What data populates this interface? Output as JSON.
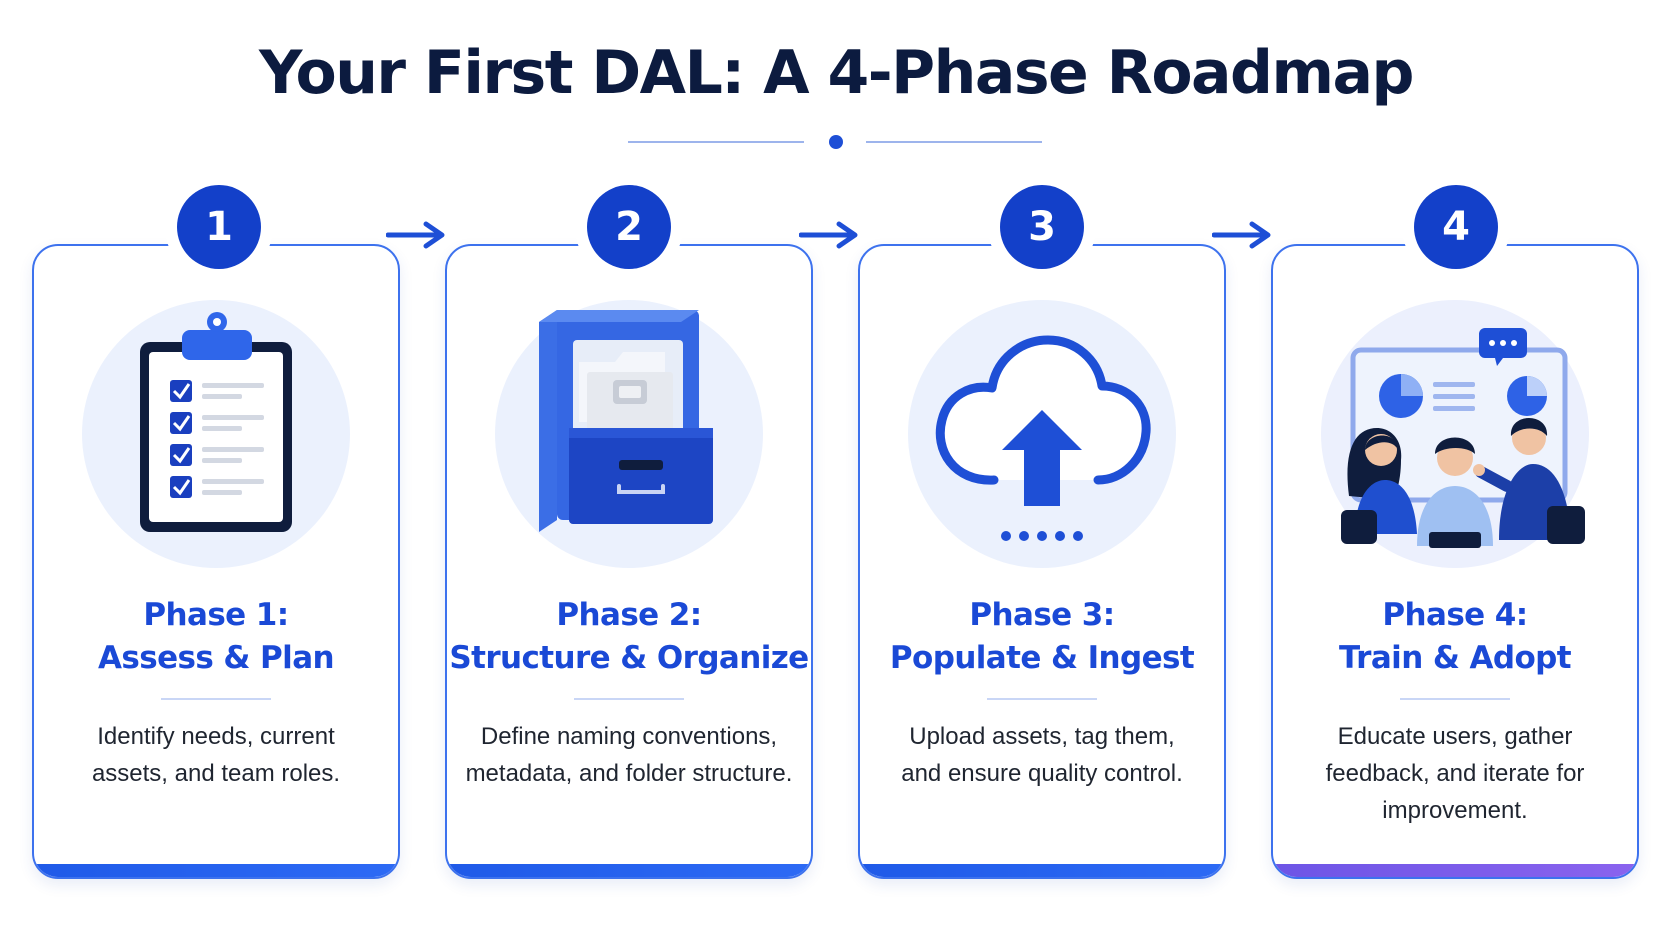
{
  "title": "Your First DAL: A 4-Phase Roadmap",
  "colors": {
    "navy": "#0c1b3f",
    "primary_blue": "#1a49d6",
    "badge_blue": "#1340c9",
    "card_border": "#3d72ee",
    "accent_violet": "#7a5cf0"
  },
  "phases": [
    {
      "number": "1",
      "title_line1": "Phase 1:",
      "title_line2": "Assess & Plan",
      "description": "Identify needs, current assets, and team roles.",
      "icon": "clipboard-checklist-icon"
    },
    {
      "number": "2",
      "title_line1": "Phase 2:",
      "title_line2": "Structure & Organize",
      "description": "Define naming conventions, metadata, and folder structure.",
      "icon": "file-cabinet-icon"
    },
    {
      "number": "3",
      "title_line1": "Phase 3:",
      "title_line2": "Populate & Ingest",
      "description": "Upload assets, tag them, and ensure quality control.",
      "icon": "cloud-upload-icon"
    },
    {
      "number": "4",
      "title_line1": "Phase 4:",
      "title_line2": "Train & Adopt",
      "description": "Educate users, gather feedback, and iterate for improvement.",
      "icon": "team-training-icon"
    }
  ]
}
